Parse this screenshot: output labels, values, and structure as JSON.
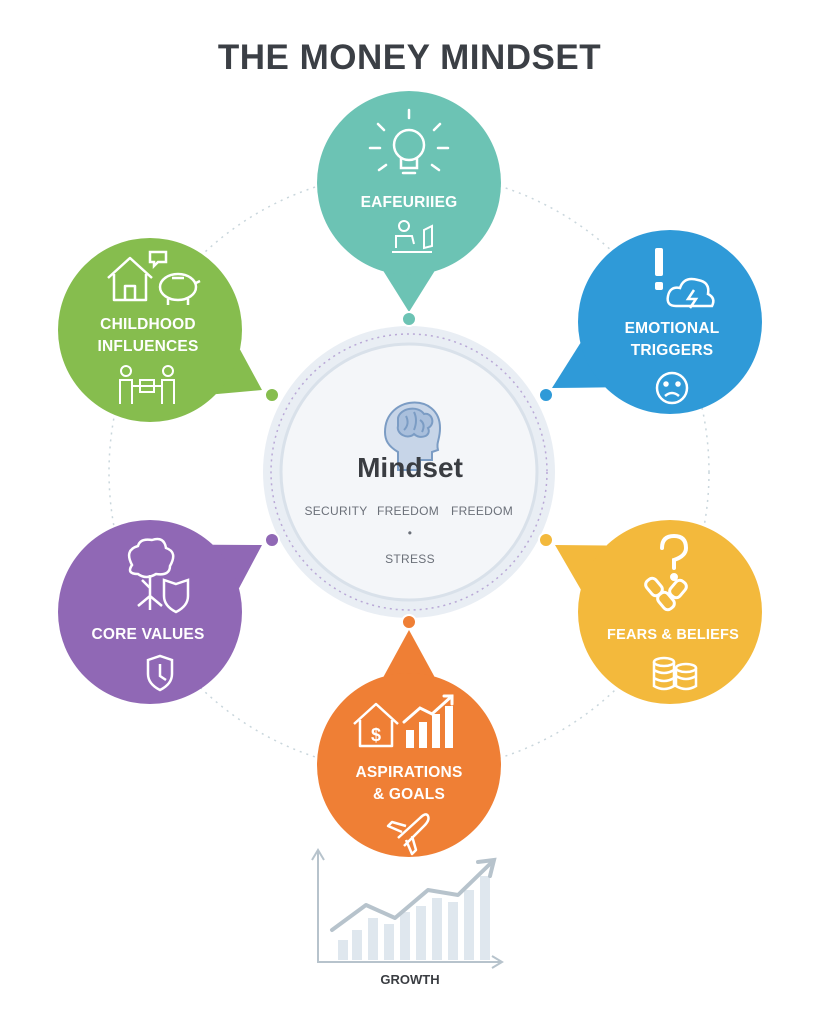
{
  "title": "THE MONEY MINDSET",
  "center": {
    "label": "Mindset",
    "words": [
      "SECURITY",
      "FREEDOM",
      "FREEDOM",
      "STRESS"
    ],
    "icon": "head-brain-icon"
  },
  "nodes": [
    {
      "id": "top",
      "label": "EAFEURIIEG",
      "color": "#6cc3b4",
      "icons": [
        "lightbulb-icon",
        "person-at-desk-icon"
      ]
    },
    {
      "id": "childhood",
      "label": "CHILDHOOD\nINFLUENCES",
      "color": "#86bd4e",
      "icons": [
        "house-icon",
        "piggy-bank-icon",
        "people-icon"
      ]
    },
    {
      "id": "emotional",
      "label": "EMOTIONAL\nTRIGGERS",
      "color": "#2f9ad8",
      "icons": [
        "exclamation-icon",
        "storm-cloud-icon",
        "worried-face-icon"
      ]
    },
    {
      "id": "core",
      "label": "CORE VALUES",
      "color": "#9068b5",
      "icons": [
        "tree-icon",
        "shield-icon"
      ]
    },
    {
      "id": "fears",
      "label": "FEARS & BELIEFS",
      "color": "#f3b93c",
      "icons": [
        "question-mark-icon",
        "chain-icon",
        "coins-icon"
      ]
    },
    {
      "id": "aspirations",
      "label": "ASPIRATIONS\n& GOALS",
      "color": "#ef7f35",
      "icons": [
        "house-dollar-icon",
        "bar-chart-icon",
        "airplane-icon"
      ]
    }
  ],
  "growth": {
    "label": "GROWTH",
    "icon": "growth-chart-icon"
  }
}
